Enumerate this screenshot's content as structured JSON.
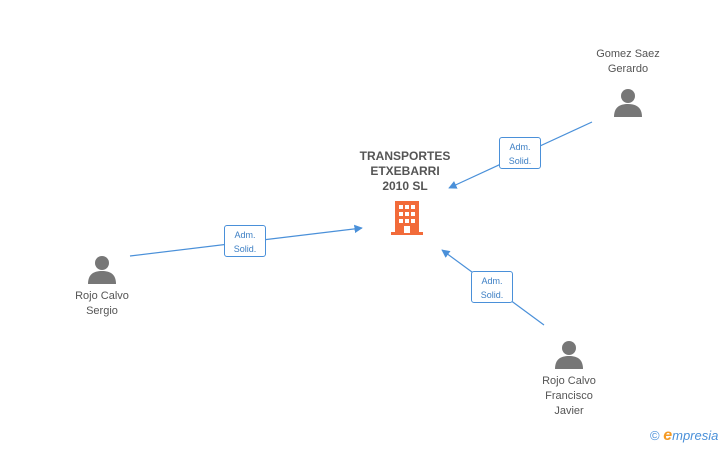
{
  "company": {
    "name_lines": [
      "TRANSPORTES",
      "ETXEBARRI",
      "2010 SL"
    ],
    "icon": "building-icon",
    "color": "#f26b3a"
  },
  "people": [
    {
      "id": "gomez",
      "name_lines": [
        "Gomez Saez",
        "Gerardo"
      ],
      "icon": "person-icon",
      "role_lines": [
        "Adm.",
        "Solid."
      ]
    },
    {
      "id": "sergio",
      "name_lines": [
        "Rojo Calvo",
        "Sergio"
      ],
      "icon": "person-icon",
      "role_lines": [
        "Adm.",
        "Solid."
      ]
    },
    {
      "id": "francisco",
      "name_lines": [
        "Rojo Calvo",
        "Francisco",
        "Javier"
      ],
      "icon": "person-icon",
      "role_lines": [
        "Adm.",
        "Solid."
      ]
    }
  ],
  "colors": {
    "edge": "#4a90d9",
    "person": "#777777",
    "text": "#555555"
  },
  "brand": {
    "copyright": "©",
    "logo_letter": "e",
    "logo_text": "mpresia"
  }
}
